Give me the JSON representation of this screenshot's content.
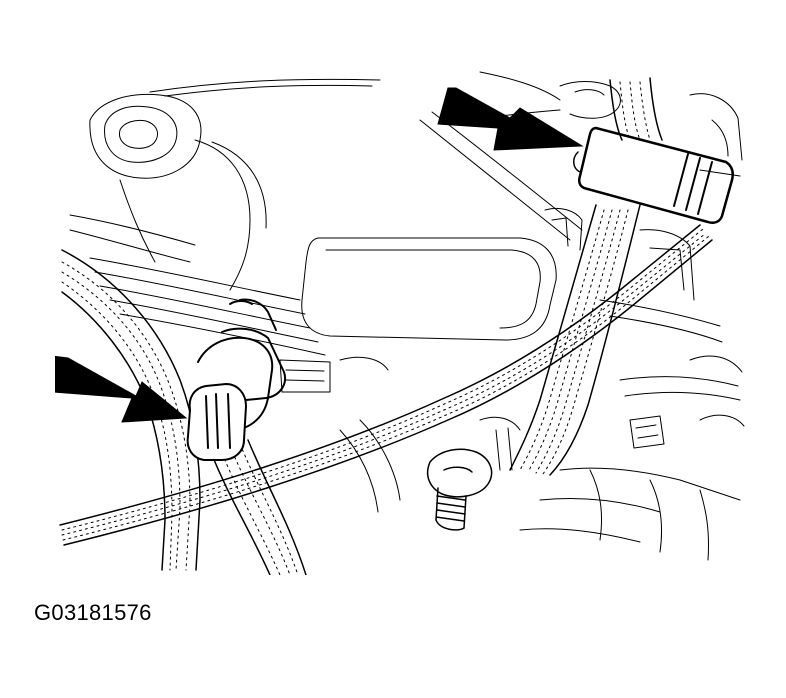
{
  "figure": {
    "code": "G03181576",
    "background_color": "#ffffff",
    "line_color": "#000000"
  },
  "callouts": [
    {
      "name": "left-arrow",
      "points_to": "sensor-connector"
    },
    {
      "name": "top-arrow",
      "points_to": "harness-connector"
    }
  ]
}
